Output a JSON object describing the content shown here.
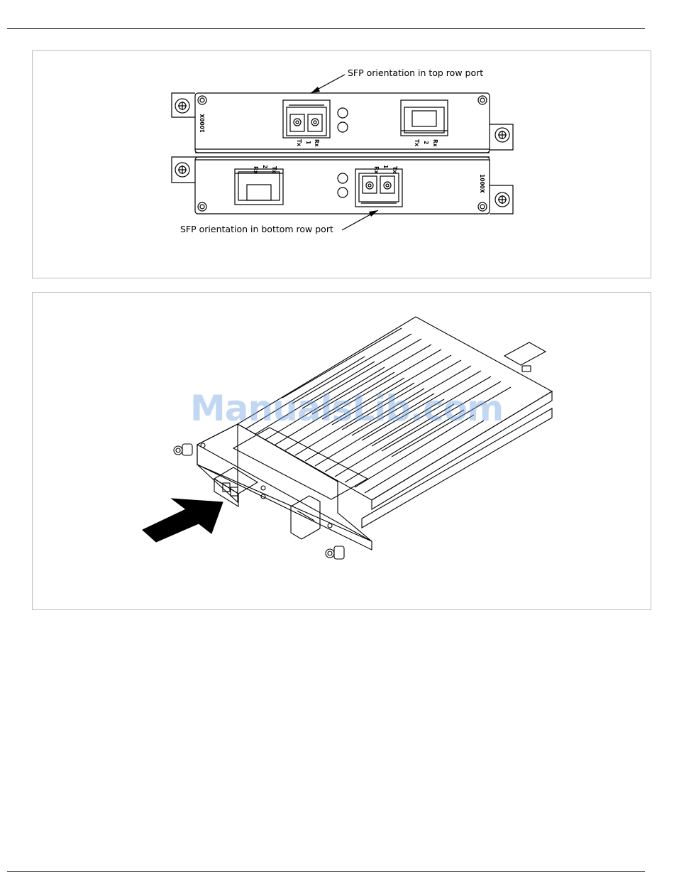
{
  "figure_top": {
    "callout_top": "SFP orientation in top row port",
    "callout_bottom": "SFP orientation in bottom row port",
    "module_label": "1000X",
    "port1_labels": [
      "Tx",
      "1",
      "Rx"
    ],
    "port2_labels": [
      "Tx",
      "2",
      "Rx"
    ]
  },
  "figure_bottom": {
    "watermark": "ManualsLib.com"
  },
  "colors": {
    "line": "#000000",
    "frame": "#bdbdbd",
    "watermark": "#6ea0e1"
  }
}
